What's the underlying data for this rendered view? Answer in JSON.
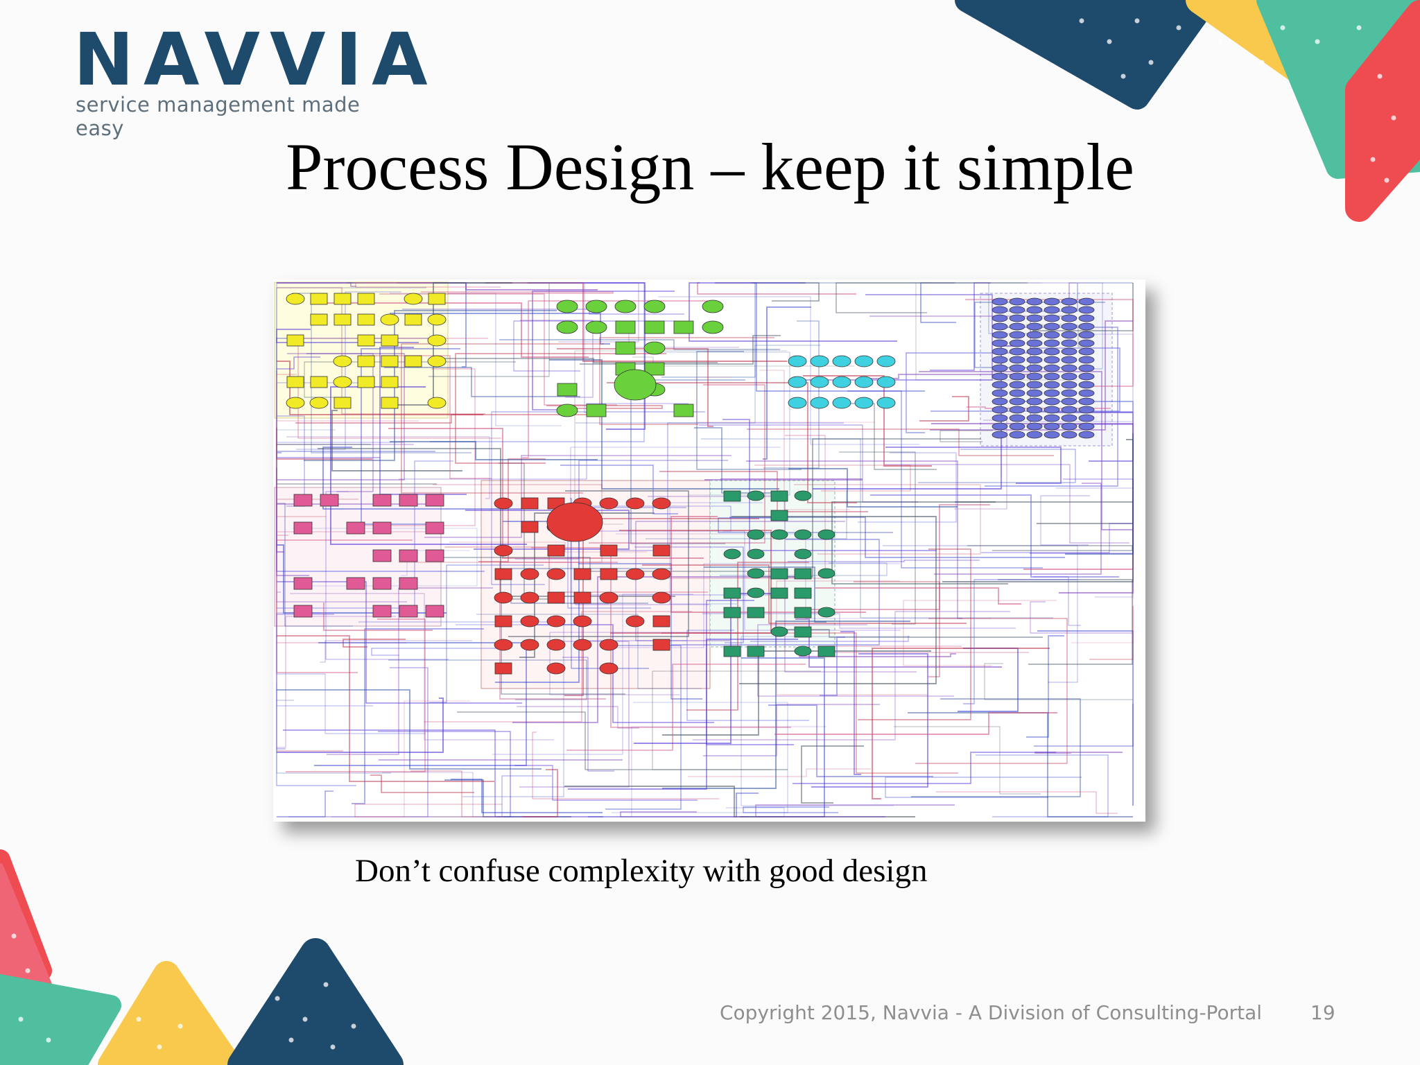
{
  "logo": {
    "wordmark": "NAVVIA",
    "tagline": "service management made easy"
  },
  "slide": {
    "title": "Process Design – keep it simple",
    "caption": "Don’t confuse complexity with good design",
    "footer": "Copyright 2015, Navvia - A Division of Consulting-Portal",
    "page_number": "19"
  },
  "colors": {
    "navy": "#1e4a6b",
    "teal": "#4fbf9f",
    "yellow": "#f8c94c",
    "red": "#ee4c50",
    "pink": "#f06575",
    "lane_yellow": "#f0ea27",
    "lane_green": "#6ad13c",
    "lane_blue": "#6a72d8",
    "lane_red": "#e23a36",
    "lane_pink": "#e05b96",
    "lane_teal": "#2a9a6a",
    "lane_cyan": "#3fd1e0"
  }
}
